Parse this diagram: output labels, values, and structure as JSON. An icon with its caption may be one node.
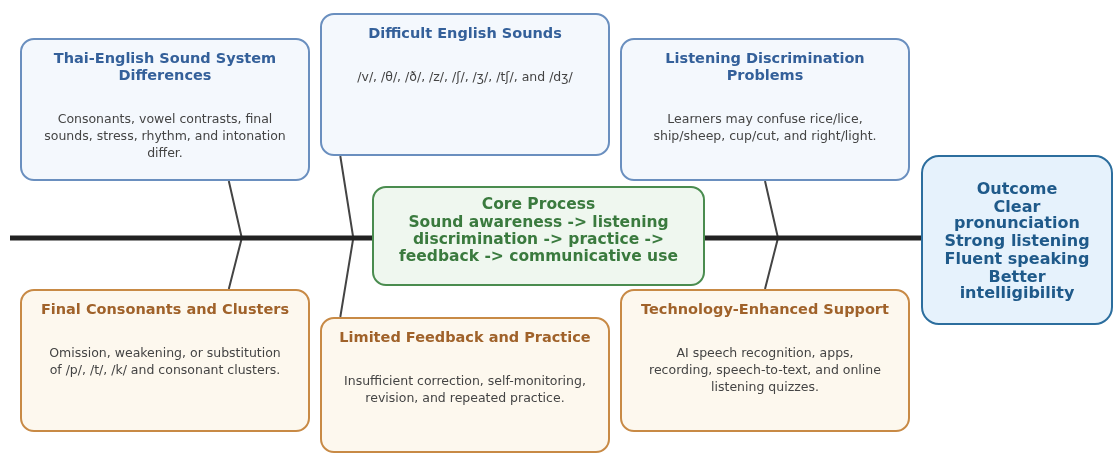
{
  "diagram": {
    "nodes": [
      {
        "text": [
          "Thai-English Sound System Differences",
          "Consonants, vowel contrasts, final sounds, stress, rhythm, and intonation differ."
        ]
      },
      {
        "text": [
          "Difficult English Sounds",
          "/v/, /θ/, /ð/, /z/, /ʃ/, /ʒ/, /tʃ/, and /dʒ/"
        ]
      },
      {
        "text": [
          "Listening Discrimination Problems",
          "Learners may confuse rice/lice, ship/sheep, cup/cut, and right/light."
        ]
      },
      {
        "text": [
          "Core Process",
          "Sound awareness -> listening discrimination -> practice -> feedback -> communicative use"
        ]
      },
      {
        "text": [
          "Outcome",
          "Clear pronunciation",
          "Strong listening",
          "Fluent speaking",
          "Better intelligibility"
        ]
      },
      {
        "text": [
          "Final Consonants and Clusters",
          "Omission, weakening, or substitution of /p/, /t/, /k/ and consonant clusters."
        ]
      },
      {
        "text": [
          "Limited Feedback and Practice",
          "Insufficient correction, self-monitoring, revision, and repeated practice."
        ]
      },
      {
        "text": [
          "Technology-Enhanced Support",
          "AI speech recognition, apps, recording, speech-to-text, and online listening quizzes."
        ]
      }
    ],
    "edges": [
      {
        "from": 0,
        "to": 5,
        "arrow": "none"
      },
      {
        "from": 1,
        "to": 6,
        "arrow": "none"
      },
      {
        "from": 2,
        "to": 7,
        "arrow": "none"
      },
      {
        "from": null,
        "to": 3,
        "arrow": "none",
        "style": "thick"
      },
      {
        "from": 3,
        "to": 4,
        "arrow": "none",
        "style": "thick"
      }
    ]
  }
}
